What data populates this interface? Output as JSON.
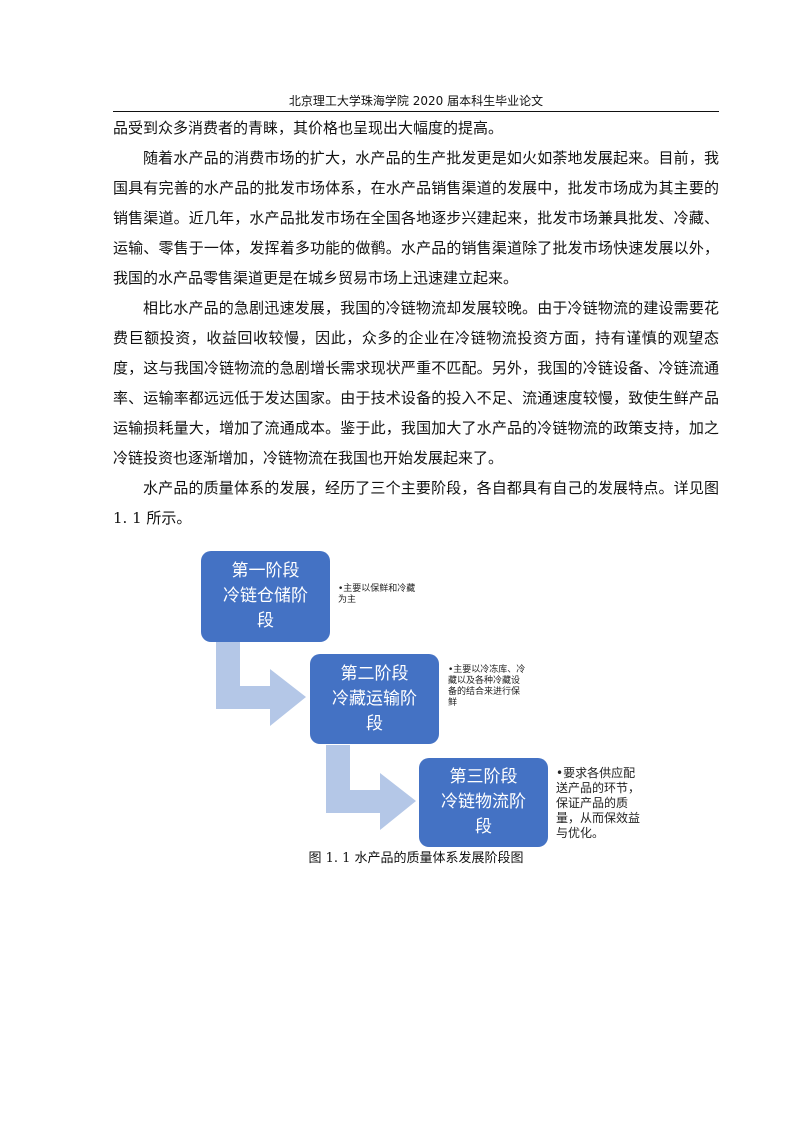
{
  "header": {
    "title": "北京理工大学珠海学院 2020 届本科生毕业论文"
  },
  "paragraphs": [
    "品受到众多消费者的青睐，其价格也呈现出大幅度的提高。",
    "随着水产品的消费市场的扩大，水产品的生产批发更是如火如荼地发展起来。目前，我国具有完善的水产品的批发市场体系，在水产品销售渠道的发展中，批发市场成为其主要的销售渠道。近几年，水产品批发市场在全国各地逐步兴建起来，批发市场兼具批发、冷藏、运输、零售于一体，发挥着多功能的做鹡。水产品的销售渠道除了批发市场快速发展以外，我国的水产品零售渠道更是在城乡贸易市场上迅速建立起来。",
    "相比水产品的急剧迅速发展，我国的冷链物流却发展较晚。由于冷链物流的建设需要花费巨额投资，收益回收较慢，因此，众多的企业在冷链物流投资方面，持有谨慎的观望态度，这与我国冷链物流的急剧增长需求现状严重不匹配。另外，我国的冷链设备、冷链流通率、运输率都远远低于发达国家。由于技术设备的投入不足、流通速度较慢，致使生鲜产品运输损耗量大，增加了流通成本。鉴于此，我国加大了水产品的冷链物流的政策支持，加之冷链投资也逐渐增加，冷链物流在我国也开始发展起来了。",
    "水产品的质量体系的发展，经历了三个主要阶段，各自都具有自己的发展特点。详见图 1. 1 所示。"
  ],
  "diagram": {
    "stages": [
      {
        "line1": "第一阶段",
        "line2": "冷链仓储阶",
        "line3": "段",
        "note": "•主要以保鲜和冷藏为主"
      },
      {
        "line1": "第二阶段",
        "line2": "冷藏运输阶",
        "line3": "段",
        "note": "•主要以冷冻库、冷藏以及各种冷藏设备的结合来进行保鲜"
      },
      {
        "line1": "第三阶段",
        "line2": "冷链物流阶",
        "line3": "段",
        "note": "•要求各供应配送产品的环节，保证产品的质量，从而保效益与优化。"
      }
    ],
    "colors": {
      "box": "#4472c4",
      "arrow": "#b4c7e7"
    }
  },
  "caption": "图 1. 1  水产品的质量体系发展阶段图"
}
